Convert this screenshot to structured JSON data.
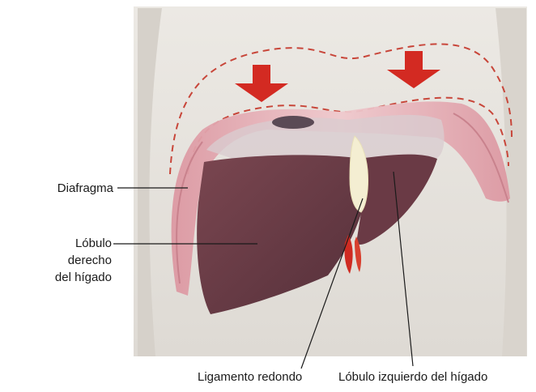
{
  "labels": {
    "diafragma": "Diafragma",
    "lobulo_derecho": [
      "Lóbulo",
      "derecho",
      "del hígado"
    ],
    "ligamento": "Ligamento redondo",
    "lobulo_izquierdo": "Lóbulo izquierdo del hígado"
  },
  "colors": {
    "skin": "#e6e2dc",
    "diaphragm": "#e3a7ae",
    "liver": "#6a3a42",
    "arrow": "#d32a22",
    "dashed_line": "#c8463a",
    "ligament": "#f4eed2"
  }
}
